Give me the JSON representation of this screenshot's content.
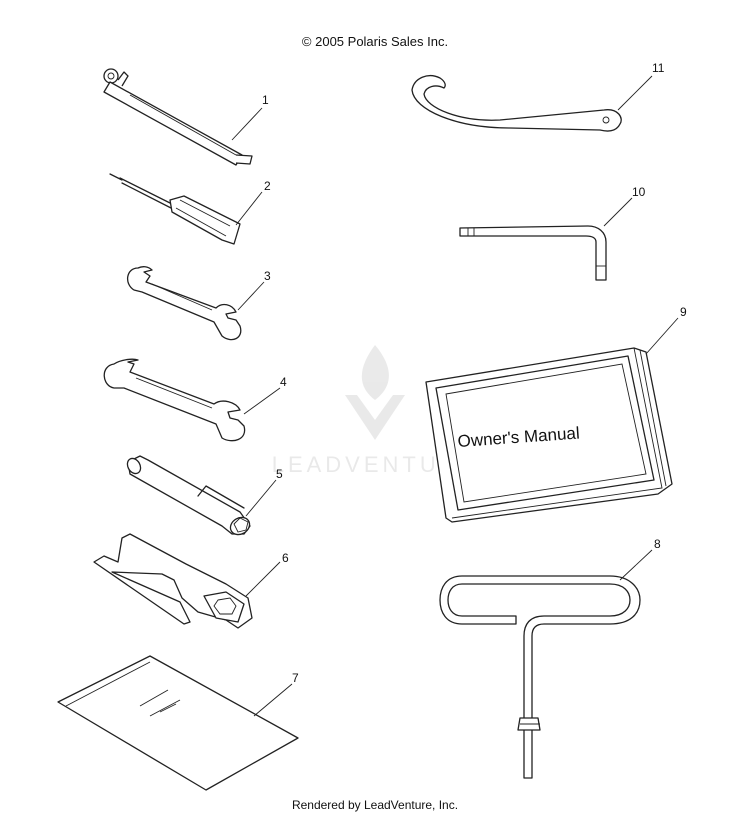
{
  "copyright": "© 2005 Polaris Sales Inc.",
  "footer": "Rendered by LeadVenture, Inc.",
  "watermark": "LEADVENTURE",
  "manual_cover_text": "Owner's Manual",
  "callouts": [
    "1",
    "2",
    "3",
    "4",
    "5",
    "6",
    "7",
    "8",
    "9",
    "10",
    "11"
  ]
}
